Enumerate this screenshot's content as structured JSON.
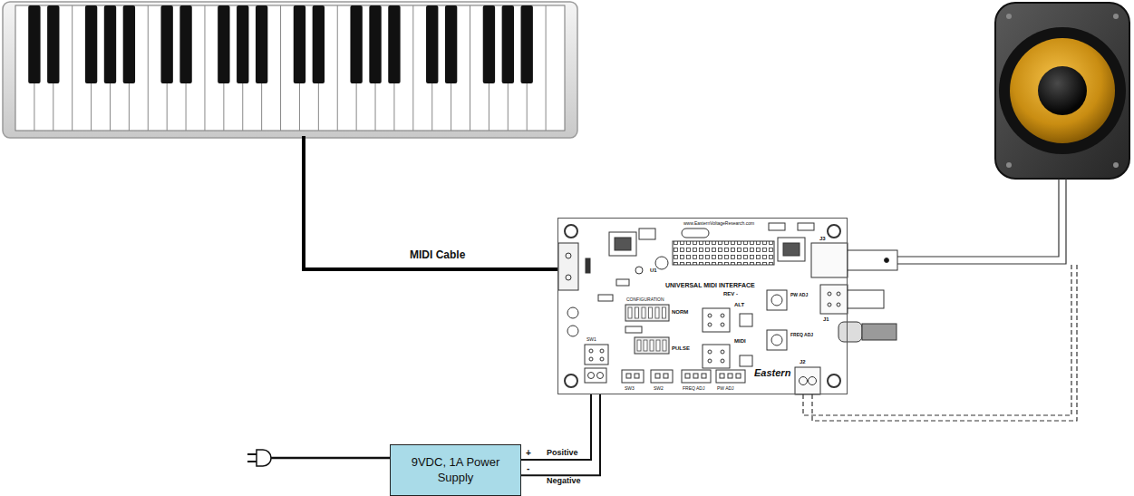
{
  "diagram": {
    "nodes": [
      {
        "text": [
          "www.EasternVoltageResearch.com",
          "UNIVERSAL MIDI INTERFACE",
          "REV -",
          "CONFIGURATION",
          "NORM",
          "ALT",
          "PULSE",
          "MIDI",
          "PW ADJ",
          "FREQ ADJ",
          "SW1",
          "U1",
          "J3",
          "J1",
          "J2",
          "SW3",
          "SW2",
          "FREQ ADJ",
          "PW ADJ",
          "Eastern"
        ]
      },
      {
        "text": [
          "9VDC, 1A Power Supply"
        ]
      }
    ],
    "edges": [
      {
        "from": 1,
        "to": 0,
        "arrow": "none",
        "label": "Positive"
      },
      {
        "from": 1,
        "to": 0,
        "arrow": "none",
        "label": "Negative"
      }
    ],
    "labels": [
      "MIDI Cable",
      "+",
      "-"
    ]
  }
}
